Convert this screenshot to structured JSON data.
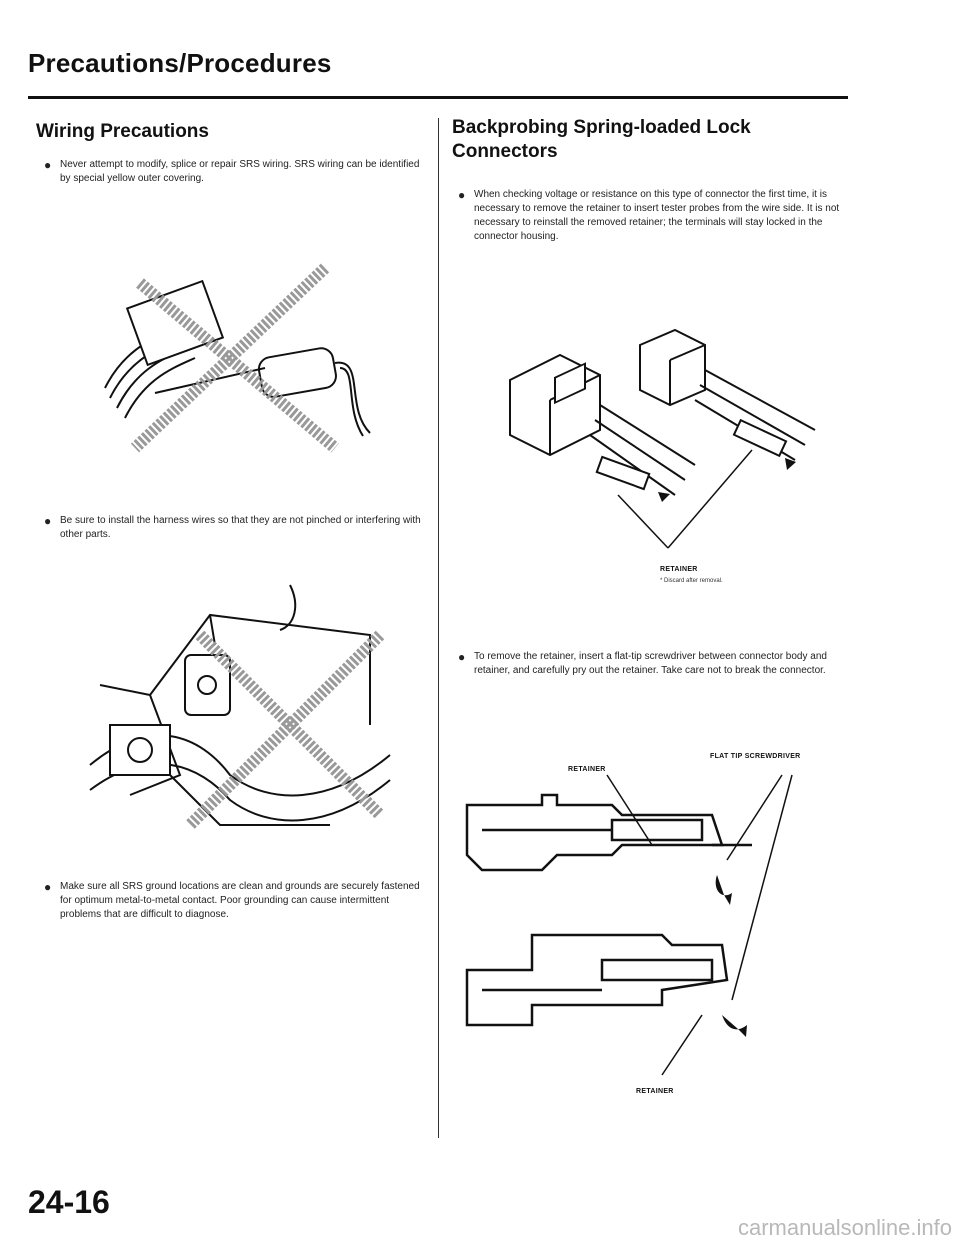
{
  "header": {
    "title": "Precautions/Procedures"
  },
  "left": {
    "title": "Wiring Precautions",
    "bullets": [
      "Never attempt to modify, splice or repair SRS wiring. SRS wiring can be identified by special yellow outer covering.",
      "Be sure to install the harness wires so that they are not pinched or interfering with other parts.",
      "Make sure all SRS ground locations are clean and grounds are securely fastened for optimum metal-to-metal contact. Poor grounding can cause intermittent problems that are difficult to diagnose."
    ]
  },
  "right": {
    "title": "Backprobing Spring-loaded Lock Connectors",
    "bullets": [
      "When checking voltage or resistance on this type of connector the first time, it is necessary to remove the retainer to insert tester probes from the wire side. It is not necessary to reinstall the removed retainer; the terminals will stay locked in the connector housing.",
      "To remove the retainer, insert a flat-tip screwdriver between connector body and retainer, and carefully pry out the retainer. Take care not to break the connector."
    ],
    "fig1": {
      "label": "RETAINER",
      "note": "* Discard after removal."
    },
    "fig2": {
      "label_retainer_top": "RETAINER",
      "label_screwdriver": "FLAT TIP SCREWDRIVER",
      "label_retainer_bottom": "RETAINER"
    }
  },
  "footer": {
    "page_number": "24-16",
    "watermark": "carmanualsonline.info"
  }
}
